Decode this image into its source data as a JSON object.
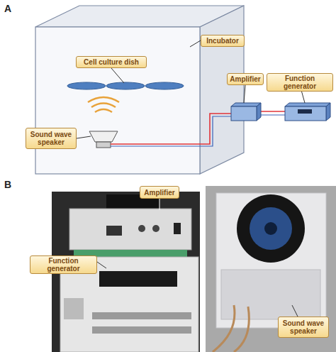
{
  "diagram": {
    "nodes": [
      {
        "text": [
          "Cell culture dish"
        ]
      },
      {
        "text": [
          "Incubator"
        ]
      },
      {
        "text": [
          "Amplifier"
        ]
      },
      {
        "text": [
          "Function generator"
        ]
      },
      {
        "text": [
          "Sound wave speaker"
        ]
      },
      {
        "text": [
          "Amplifier"
        ]
      },
      {
        "text": [
          "Function generator"
        ]
      },
      {
        "text": [
          "Sound wave speaker"
        ]
      }
    ],
    "labels": [
      "A",
      "B"
    ]
  }
}
